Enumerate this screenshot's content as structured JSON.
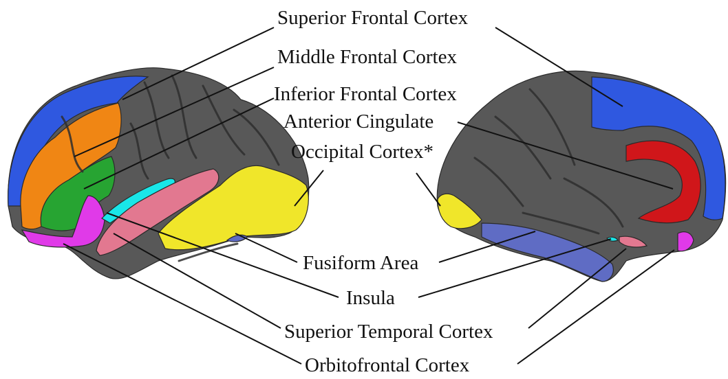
{
  "labels": {
    "superior_frontal": "Superior Frontal Cortex",
    "middle_frontal": "Middle Frontal Cortex",
    "inferior_frontal": "Inferior Frontal Cortex",
    "anterior_cingulate": "Anterior Cingulate",
    "occipital": "Occipital Cortex*",
    "fusiform": "Fusiform Area",
    "insula": "Insula",
    "superior_temporal": "Superior Temporal Cortex",
    "orbitofrontal": "Orbitofrontal Cortex"
  },
  "colors": {
    "cortex_gray": "#585858",
    "superior_frontal": "#2f58e0",
    "middle_frontal": "#f08614",
    "inferior_frontal": "#27a432",
    "orbitofrontal": "#e03ae8",
    "insula": "#19e6e8",
    "superior_temporal": "#e27890",
    "occipital": "#f0e62a",
    "fusiform": "#5f6cc4",
    "anterior_cingulate": "#d0161a"
  }
}
